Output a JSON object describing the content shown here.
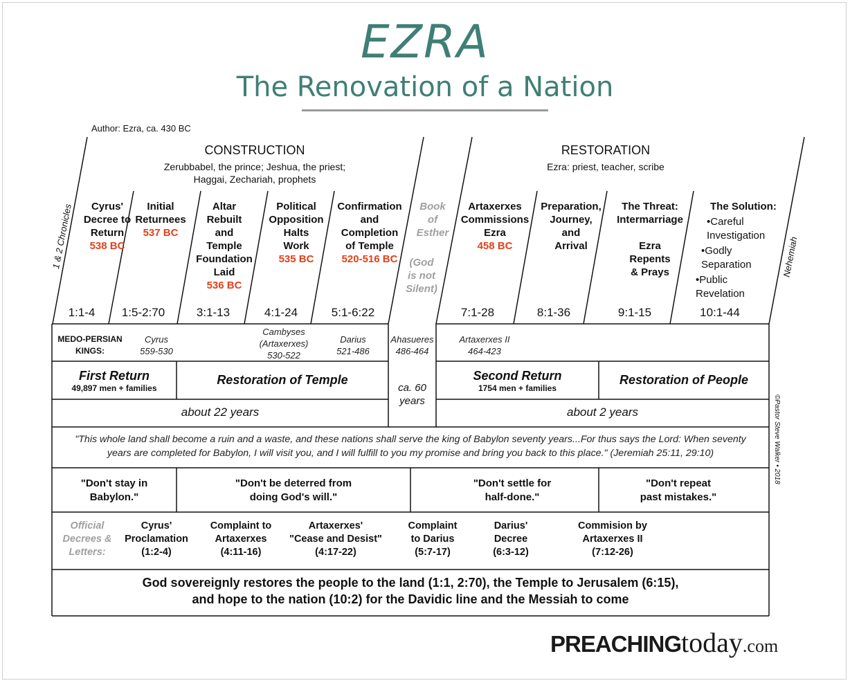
{
  "header": {
    "title": "EZRA",
    "subtitle": "The Renovation of a Nation",
    "author": "Author: Ezra, ca. 430 BC"
  },
  "construction": {
    "title": "CONSTRUCTION",
    "subtitle_line1": "Zerubbabel, the prince; Jeshua, the priest;",
    "subtitle_line2": "Haggai, Zechariah, prophets"
  },
  "restoration": {
    "title": "RESTORATION",
    "subtitle": "Ezra: priest, teacher, scribe"
  },
  "side_labels": {
    "left": "1 & 2 Chronicles",
    "right": "Nehemiah",
    "copyright": "©Pastor Steve Walker • 2018"
  },
  "columns": [
    {
      "lines": [
        "Cyrus'",
        "Decree to",
        "Return"
      ],
      "date": "538 BC",
      "ref": "1:1-4"
    },
    {
      "lines": [
        "Initial",
        "Returnees"
      ],
      "date": "537 BC",
      "ref": "1:5-2:70"
    },
    {
      "lines": [
        "Altar",
        "Rebuilt",
        "and",
        "Temple",
        "Foundation",
        "Laid"
      ],
      "date": "536 BC",
      "ref": "3:1-13"
    },
    {
      "lines": [
        "Political",
        "Opposition",
        "Halts",
        "Work"
      ],
      "date": "535 BC",
      "ref": "4:1-24"
    },
    {
      "lines": [
        "Confirmation",
        "and",
        "Completion",
        "of Temple"
      ],
      "date": "520-516 BC",
      "ref": "5:1-6:22"
    },
    {
      "lines": [
        "Artaxerxes",
        "Commissions",
        "Ezra"
      ],
      "date": "458 BC",
      "ref": "7:1-28"
    },
    {
      "lines": [
        "Preparation,",
        "Journey,",
        "and",
        "Arrival"
      ],
      "date": "",
      "ref": "8:1-36"
    },
    {
      "lines": [
        "The Threat:",
        "Intermarriage",
        "",
        "Ezra",
        "Repents",
        "& Prays"
      ],
      "date": "",
      "ref": "9:1-15"
    }
  ],
  "solution": {
    "title": "The Solution:",
    "items": [
      "•Careful",
      "Investigation",
      "•Godly",
      "Separation",
      "•Public",
      "Revelation"
    ],
    "ref": "10:1-44"
  },
  "esther": {
    "lines": [
      "Book",
      "of",
      "Esther"
    ],
    "note": [
      "(God",
      "is not",
      "Silent)"
    ]
  },
  "kings": {
    "label_line1": "MEDO-PERSIAN",
    "label_line2": "KINGS:",
    "items": [
      {
        "name": [
          "Cyrus",
          "559-530"
        ]
      },
      {
        "name": [
          "Cambyses",
          "(Artaxerxes)",
          "530-522"
        ]
      },
      {
        "name": [
          "Darius",
          "521-486"
        ]
      },
      {
        "name": [
          "Ahasueres",
          "486-464"
        ]
      },
      {
        "name": [
          "Artaxerxes II",
          "464-423"
        ]
      }
    ]
  },
  "phases": {
    "first_return": "First Return",
    "first_return_sub": "49,897 men + families",
    "restoration_temple": "Restoration of Temple",
    "gap": [
      "ca. 60",
      "years"
    ],
    "second_return": "Second Return",
    "second_return_sub": "1754 men + families",
    "restoration_people": "Restoration of People",
    "years_left": "about 22 years",
    "years_right": "about 2 years"
  },
  "quote": {
    "line1": "\"This whole land shall become a ruin and a waste, and these nations shall serve the king of Babylon seventy years...For thus says the Lord: When seventy",
    "line2": "years are completed for Babylon, I will visit you, and I will fulfill to you my promise and bring you back to this place.\" (Jeremiah 25:11, 29:10)"
  },
  "lessons": [
    [
      "\"Don't stay in",
      "Babylon.\""
    ],
    [
      "\"Don't be deterred from",
      "doing God's will.\""
    ],
    [
      "\"Don't settle for",
      "half-done.\""
    ],
    [
      "\"Don't repeat",
      "past mistakes.\""
    ]
  ],
  "decrees": {
    "label": [
      "Official",
      "Decrees &",
      "Letters:"
    ],
    "items": [
      [
        "Cyrus'",
        "Proclamation",
        "(1:2-4)"
      ],
      [
        "Complaint to",
        "Artaxerxes",
        "(4:11-16)"
      ],
      [
        "Artaxerxes'",
        "\"Cease and Desist\"",
        "(4:17-22)"
      ],
      [
        "Complaint",
        "to Darius",
        "(5:7-17)"
      ],
      [
        "Darius'",
        "Decree",
        "(6:3-12)"
      ],
      [
        "Commision by",
        "Artaxerxes II",
        "(7:12-26)"
      ]
    ]
  },
  "summary": {
    "line1": "God sovereignly restores the people to the land (1:1, 2:70), the Temple to Jerusalem (6:15),",
    "line2": "and hope to the nation (10:2) for the Davidic line and the Messiah to come"
  },
  "logo": {
    "part1": "PREACHING",
    "part2": "today",
    "part3": ".com"
  },
  "colors": {
    "title": "#3f7f75",
    "date": "#e3401a",
    "muted": "#a0a0a0"
  }
}
